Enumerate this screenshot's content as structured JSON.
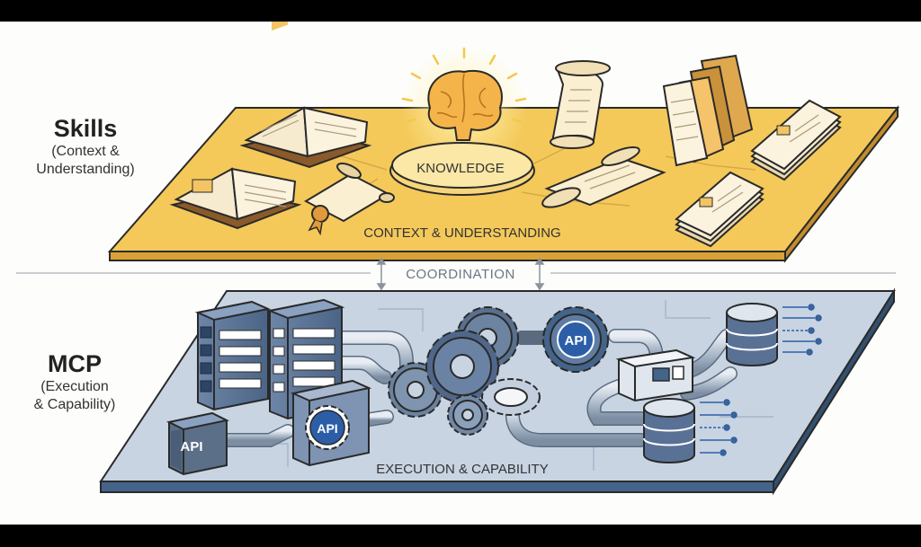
{
  "skills": {
    "title": "Skills",
    "subtitle_line1": "(Context &",
    "subtitle_line2": "Understanding)",
    "platform_label": "CONTEXT & UNDERSTANDING",
    "center_label": "KNOWLEDGE"
  },
  "coordination": {
    "label": "COORDINATION"
  },
  "mcp": {
    "title": "MCP",
    "subtitle_line1": "(Execution",
    "subtitle_line2": "& Capability)",
    "platform_label": "EXECUTION & CAPABILITY",
    "api_labels": [
      "API",
      "API",
      "API"
    ]
  },
  "colors": {
    "skills_platform": "#f4c95a",
    "skills_edge": "#d9a238",
    "mcp_platform": "#c8d4e2",
    "mcp_edge": "#44648a",
    "api_blue": "#2c5ea8",
    "outline": "#2a2a2a"
  },
  "icons": [
    "brain-icon",
    "book-icon",
    "scroll-icon",
    "certificate-icon",
    "document-stack-icon",
    "server-icon",
    "gear-icon",
    "database-icon",
    "pipe-icon",
    "api-cube-icon"
  ]
}
